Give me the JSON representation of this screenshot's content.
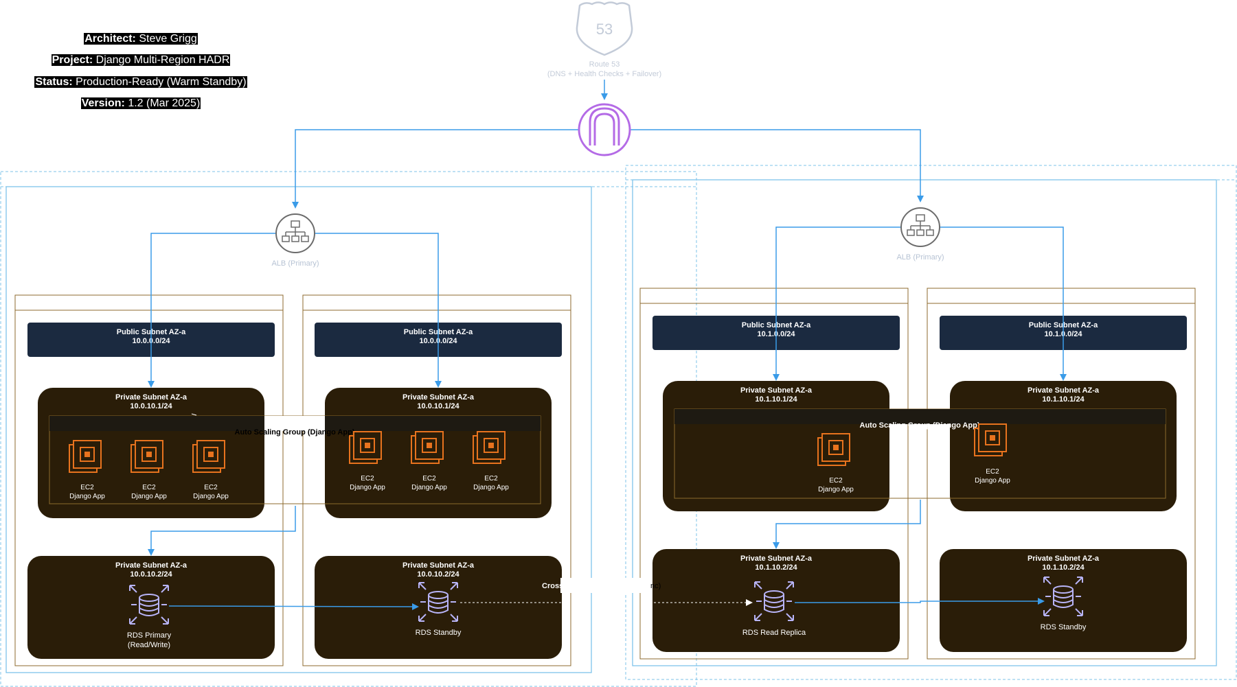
{
  "meta": {
    "architect_label": "Architect:",
    "architect_value": "Steve Grigg",
    "project_label": "Project:",
    "project_value": "Django Multi-Region HADR",
    "status_label": "Status:",
    "status_value": "Production-Ready (Warm Standby)",
    "version_label": "Version:",
    "version_value": "1.2 (Mar 2025)"
  },
  "route53": {
    "shield_number": "53",
    "label_line1": "Route 53",
    "label_line2": "(DNS + Health Checks + Failover)"
  },
  "regions": [
    {
      "alb_label": "ALB (Primary)",
      "asg_label": "Auto Scaling Group (Django App)",
      "azs": [
        {
          "public_subnet": {
            "title": "Public Subnet AZ-a",
            "cidr": "10.0.0.0/24"
          },
          "app_subnet": {
            "title": "Private Subnet AZ-a",
            "cidr": "10.0.10.1/24"
          },
          "db_subnet": {
            "title": "Private Subnet AZ-a",
            "cidr": "10.0.10.2/24"
          },
          "ec2": [
            {
              "line1": "EC2",
              "line2": "Django App"
            },
            {
              "line1": "EC2",
              "line2": "Django App"
            },
            {
              "line1": "EC2",
              "line2": "Django App"
            }
          ],
          "rds": {
            "line1": "RDS Primary",
            "line2": "(Read/Write)"
          }
        },
        {
          "public_subnet": {
            "title": "Public Subnet AZ-a",
            "cidr": "10.0.0.0/24"
          },
          "app_subnet": {
            "title": "Private Subnet AZ-a",
            "cidr": "10.0.10.1/24"
          },
          "db_subnet": {
            "title": "Private Subnet AZ-a",
            "cidr": "10.0.10.2/24"
          },
          "ec2": [
            {
              "line1": "EC2",
              "line2": "Django App"
            },
            {
              "line1": "EC2",
              "line2": "Django App"
            },
            {
              "line1": "EC2",
              "line2": "Django App"
            }
          ],
          "rds": {
            "line1": "RDS Standby",
            "line2": ""
          }
        }
      ]
    },
    {
      "alb_label": "ALB (Primary)",
      "asg_label": "Auto Scaling Group (Django App)",
      "azs": [
        {
          "public_subnet": {
            "title": "Public Subnet AZ-a",
            "cidr": "10.1.0.0/24"
          },
          "app_subnet": {
            "title": "Private Subnet AZ-a",
            "cidr": "10.1.10.1/24"
          },
          "db_subnet": {
            "title": "Private Subnet AZ-a",
            "cidr": "10.1.10.2/24"
          },
          "ec2": [
            {
              "line1": "EC2",
              "line2": "Django App"
            }
          ],
          "rds": {
            "line1": "RDS Read Replica",
            "line2": ""
          }
        },
        {
          "public_subnet": {
            "title": "Public Subnet AZ-a",
            "cidr": "10.1.0.0/24"
          },
          "app_subnet": {
            "title": "Private Subnet AZ-a",
            "cidr": "10.1.10.1/24"
          },
          "db_subnet": {
            "title": "Private Subnet AZ-a",
            "cidr": "10.1.10.2/24"
          },
          "ec2": [
            {
              "line1": "EC2",
              "line2": "Django App"
            }
          ],
          "rds": {
            "line1": "RDS Standby",
            "line2": ""
          }
        }
      ]
    }
  ],
  "cross_region_fragments": {
    "left": "Cross",
    "right": "nc)"
  },
  "colors": {
    "arrow": "#3a9be8",
    "region_border": "#7ec3ea",
    "az_border": "#8c6a2c",
    "subnet_public": "#1b2a40",
    "subnet_private": "#2a1d08",
    "asg_bar": "#1e1a12",
    "ec2": "#e8731e",
    "rds": "#b8b4f8",
    "alb": "#6b6b6b",
    "route53": "#c3cbd8",
    "igw": "#b46be6"
  }
}
